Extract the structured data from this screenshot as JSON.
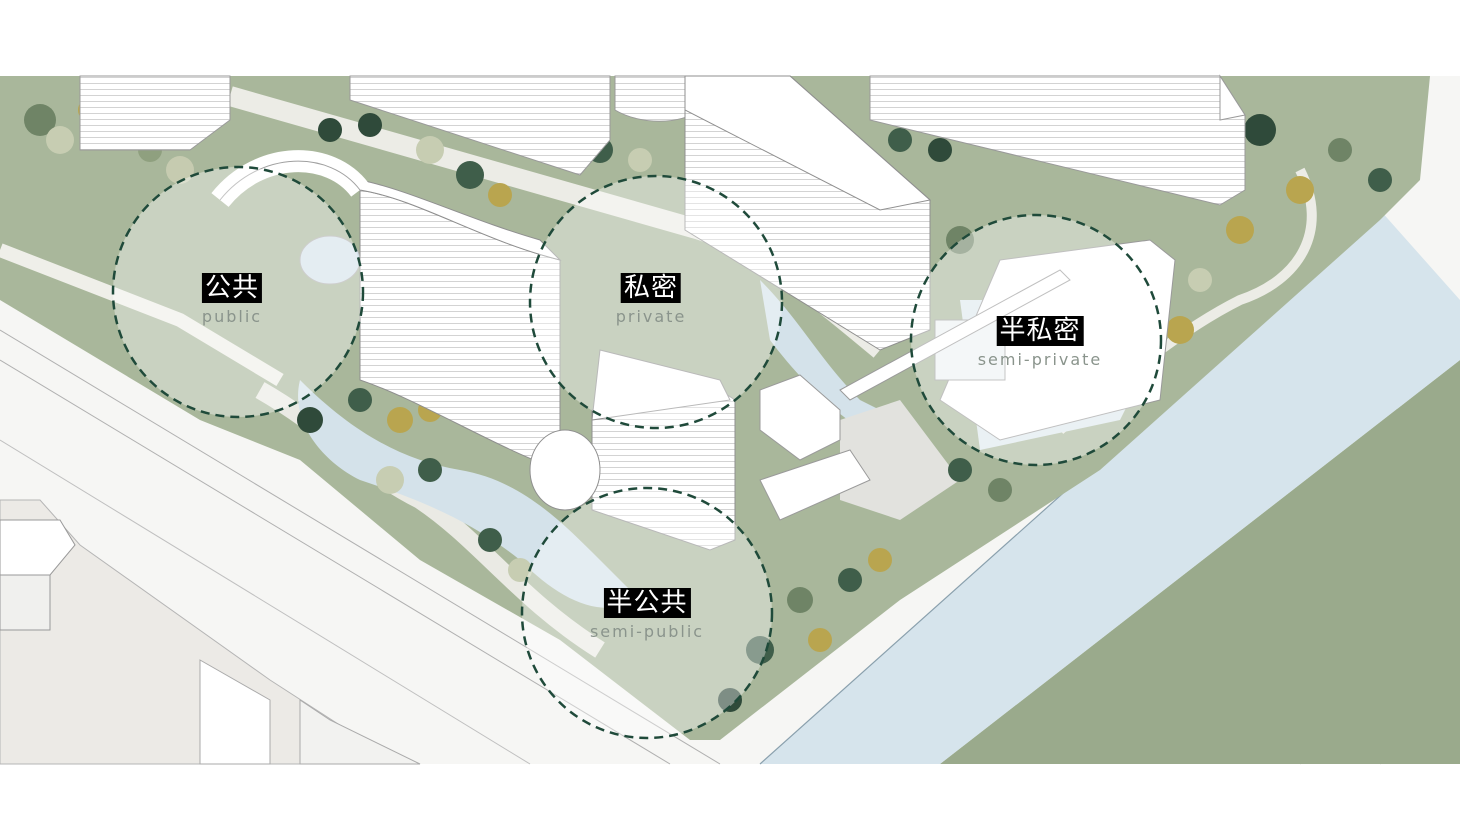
{
  "zones": [
    {
      "id": "public",
      "zh": "公共",
      "en": "public"
    },
    {
      "id": "private",
      "zh": "私密",
      "en": "private"
    },
    {
      "id": "semi-private",
      "zh": "半私密",
      "en": "semi-private"
    },
    {
      "id": "semi-public",
      "zh": "半公共",
      "en": "semi-public"
    }
  ],
  "colors": {
    "grass": "#9aaa8c",
    "water": "#d6e4ec",
    "zone_ring": "#1f4a3a",
    "building": "#ffffff",
    "ground": "#e8e8e6"
  }
}
